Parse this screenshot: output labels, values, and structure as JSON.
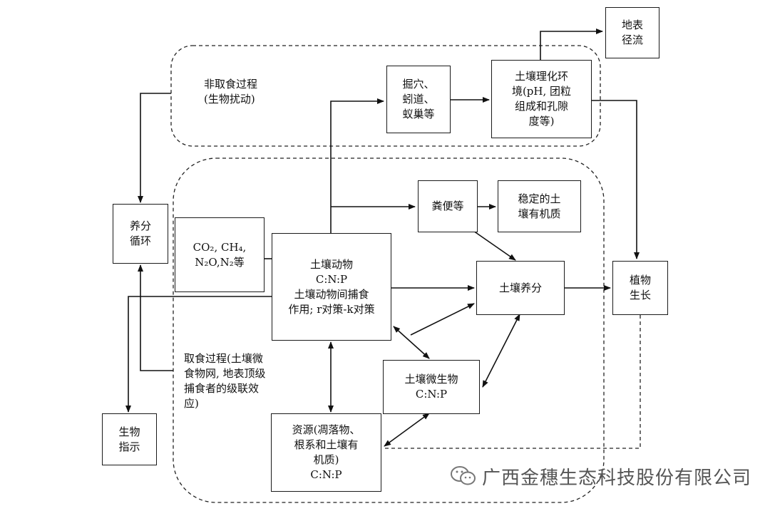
{
  "boxes": {
    "runoff": [
      "地表",
      "径流"
    ],
    "burrow": [
      "掘穴、",
      "蚓道、",
      "蚁巢等"
    ],
    "physchem": [
      "土壤理化环",
      "境(pH, 团粒",
      "组成和孔隙",
      "度等)"
    ],
    "nutrient_cycle": [
      "养分",
      "循环"
    ],
    "gases": {
      "l1": "CO₂, CH₄,",
      "l2": "N₂O,N₂等"
    },
    "feces": [
      "粪便等"
    ],
    "stable_om": [
      "稳定的土",
      "壤有机质"
    ],
    "soil_animal": [
      "土壤动物",
      "C:N:P",
      "土壤动物间捕食",
      "作用; r对策-k对策"
    ],
    "soil_nutrient": [
      "土壤养分"
    ],
    "plant": [
      "植物",
      "生长"
    ],
    "microbe": [
      "土壤微生物",
      "C:N:P"
    ],
    "bio_indicator": [
      "生物",
      "指示"
    ],
    "resource": [
      "资源(凋落物、",
      "根系和土壤有",
      "机质)",
      "C:N:P"
    ]
  },
  "labels": {
    "non_feeding": [
      "非取食过程",
      "(生物扰动)"
    ],
    "feeding": [
      "取食过程(土壤微",
      "食物网, 地表顶级",
      "捕食者的级联效",
      "应)"
    ]
  },
  "watermark": {
    "icon": "wechat-icon",
    "text": "广西金穗生态科技股份有限公司"
  }
}
